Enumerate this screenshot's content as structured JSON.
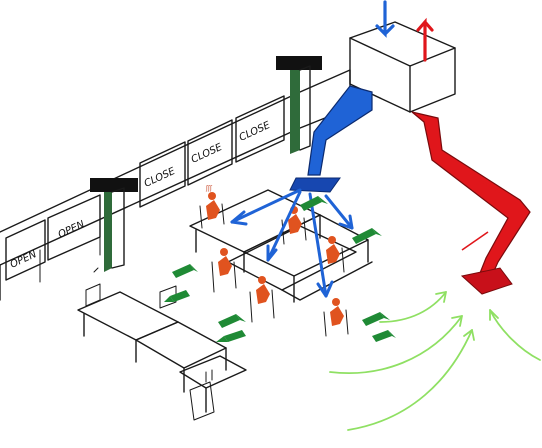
{
  "signs": [
    {
      "label": "OPEN"
    },
    {
      "label": "OPEN"
    },
    {
      "label": "CLOSE"
    },
    {
      "label": "CLOSE"
    },
    {
      "label": "CLOSE"
    }
  ],
  "colors": {
    "supply_duct": "#1f63d6",
    "exhaust_duct": "#e0161b",
    "natural_inflow": "#8fe063",
    "window_airflow": "#1f8a35",
    "occupant": "#e0531f",
    "column": "#2f6b3a"
  }
}
